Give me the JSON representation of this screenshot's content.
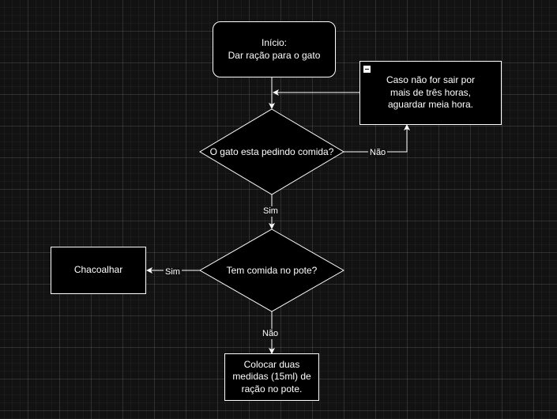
{
  "diagram": {
    "nodes": {
      "start": {
        "label": "Início:\nDar ração para o gato"
      },
      "note": {
        "label": "Caso não for sair por\nmais de três horas,\naguardar meia hora."
      },
      "decision1": {
        "label": "O gato esta pedindo comida?"
      },
      "decision2": {
        "label": "Tem comida no pote?"
      },
      "shake": {
        "label": "Chacoalhar"
      },
      "put_food": {
        "label": "Colocar duas\nmedidas (15ml) de\nração no pote."
      }
    },
    "edges": {
      "d1_no": {
        "label": "Não"
      },
      "d1_yes": {
        "label": "Sim"
      },
      "d2_yes": {
        "label": "Sim"
      },
      "d2_no": {
        "label": "Não"
      }
    }
  },
  "colors": {
    "background": "#121212",
    "stroke": "#ffffff",
    "fill": "#000000",
    "text": "#ffffff"
  }
}
